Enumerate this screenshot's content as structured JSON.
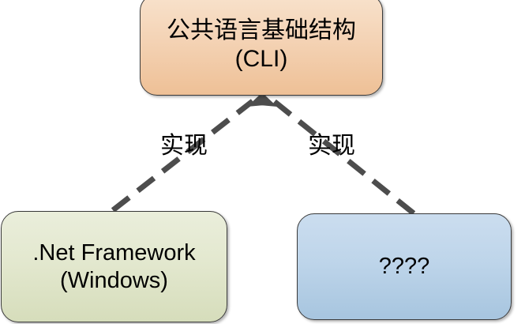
{
  "diagram": {
    "type": "hierarchy",
    "background_color": "#ffffff",
    "nodes": [
      {
        "id": "cli",
        "line1": "公共语言基础结构",
        "line2": "(CLI)",
        "fill_top": "#f8e2cc",
        "fill_bottom": "#eec096",
        "border_color": "#3a3a3a"
      },
      {
        "id": "netfx",
        "line1": ".Net Framework",
        "line2": "(Windows)",
        "fill_top": "#eaeedb",
        "fill_bottom": "#d6ddbb",
        "border_color": "#3a3a3a"
      },
      {
        "id": "unknown",
        "line1": "????",
        "line2": "",
        "fill_top": "#cbddef",
        "fill_bottom": "#a7c5df",
        "border_color": "#3a3a3a"
      }
    ],
    "edges": [
      {
        "id": "edge-left",
        "from": "netfx",
        "to": "cli",
        "label": "实现",
        "style": "dashed",
        "color": "#4d4d4d",
        "arrow": "filled-triangle"
      },
      {
        "id": "edge-right",
        "from": "unknown",
        "to": "cli",
        "label": "实现",
        "style": "dashed",
        "color": "#4d4d4d",
        "arrow": "filled-triangle"
      }
    ]
  }
}
